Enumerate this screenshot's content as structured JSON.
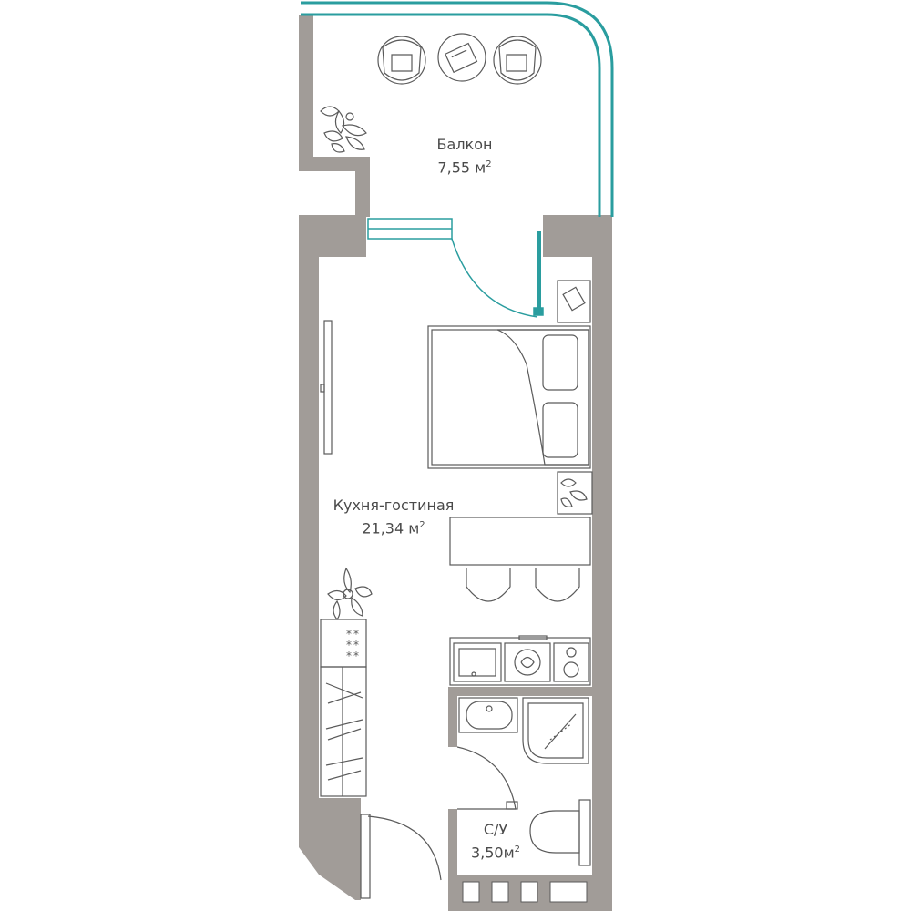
{
  "colors": {
    "wall": "#a19c98",
    "line": "#5a5a5a",
    "accent": "#2a9d9f",
    "text": "#4a4a4a",
    "background": "#ffffff"
  },
  "rooms": {
    "balcony": {
      "name": "Балкон",
      "area": "7,55 м",
      "unit_sup": "2"
    },
    "living": {
      "name": "Кухня-гостиная",
      "area": "21,34 м",
      "unit_sup": "2"
    },
    "bathroom": {
      "name": "С/У",
      "area": "3,50м",
      "unit_sup": "2"
    }
  },
  "icons": [
    "armchair-icon",
    "coffee-table-icon",
    "plant-icon",
    "bed-icon",
    "pillow-icon",
    "tv-icon",
    "nightstand-icon",
    "stove-icon",
    "sink-icon",
    "washing-machine-icon",
    "shower-icon",
    "toilet-icon",
    "door-icon",
    "window-icon"
  ]
}
